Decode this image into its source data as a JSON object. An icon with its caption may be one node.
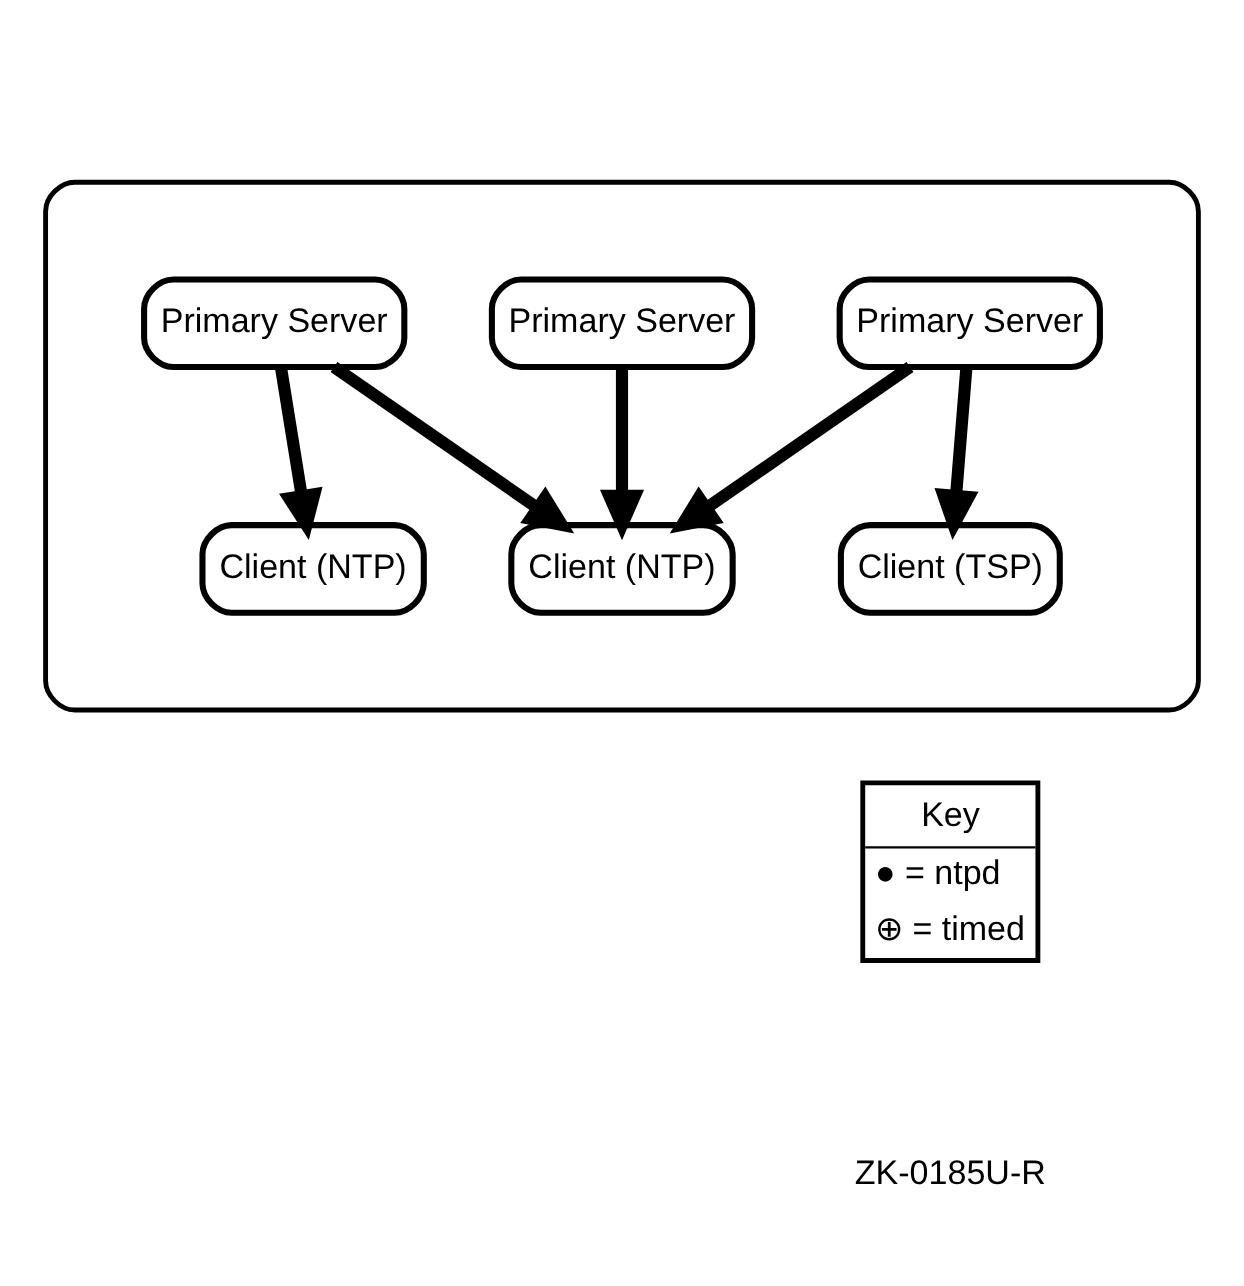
{
  "diagram": {
    "nodes": [
      {
        "text": [],
        "shape": "cloud"
      },
      {
        "text": [
          "Primary Server"
        ],
        "in": 0
      },
      {
        "text": [
          "Primary Server"
        ],
        "in": 0
      },
      {
        "text": [
          "Primary Server"
        ],
        "in": 0
      },
      {
        "text": [
          "Client (NTP)"
        ],
        "in": 0
      },
      {
        "text": [
          "Client (NTP)"
        ],
        "in": 0
      },
      {
        "text": [
          "Client (TSP)"
        ],
        "in": 0
      }
    ],
    "edges": [
      {
        "from": 1,
        "to": 4,
        "arrow": "to"
      },
      {
        "from": 2,
        "to": 4,
        "arrow": "to"
      },
      {
        "from": 2,
        "to": 5,
        "arrow": "to"
      },
      {
        "from": 3,
        "to": 4,
        "arrow": "to"
      },
      {
        "from": 3,
        "to": 6,
        "arrow": "to"
      }
    ],
    "labels": [
      "Key",
      "ZK-0185U-R"
    ],
    "legend": [
      {
        "text": "● = ntpd"
      },
      {
        "text": "⊕ = timed"
      }
    ]
  }
}
